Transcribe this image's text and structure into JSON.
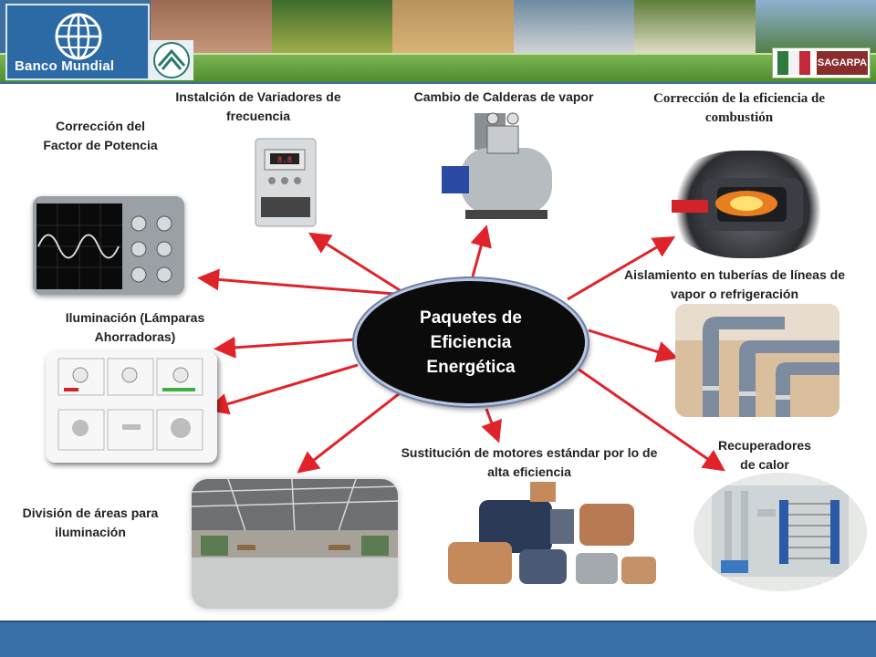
{
  "header": {
    "logo_text": "Banco Mundial",
    "right_logo_text": "SAGARPA",
    "band_color": "#4f8c2e"
  },
  "center": {
    "title": "Paquetes de Eficiencia Energética"
  },
  "items": [
    {
      "label": "Corrección del Factor de Potencia",
      "image": "oscilloscope-image"
    },
    {
      "label": "Instalción de Variadores de frecuencia",
      "image": "frequency-drive-image"
    },
    {
      "label": "Cambio de Calderas de vapor",
      "image": "steam-boiler-image"
    },
    {
      "label": "Corrección de la eficiencia de combustión",
      "image": "combustion-burner-image"
    },
    {
      "label": "Aislamiento en tuberías  de líneas de vapor o refrigeración",
      "image": "insulated-pipes-image"
    },
    {
      "label": "Iluminación (Lámparas Ahorradoras)",
      "image": "lamps-document-image"
    },
    {
      "label": "Recuperadores de calor",
      "image": "heat-exchanger-image"
    },
    {
      "label": "Sustitución de motores estándar por lo de alta eficiencia",
      "image": "electric-motors-image"
    },
    {
      "label": "División de áreas para iluminación",
      "image": "warehouse-image"
    }
  ],
  "colors": {
    "arrow": "#e0232b",
    "footer": "#3b6fa8",
    "center": "#0b0b0b"
  }
}
